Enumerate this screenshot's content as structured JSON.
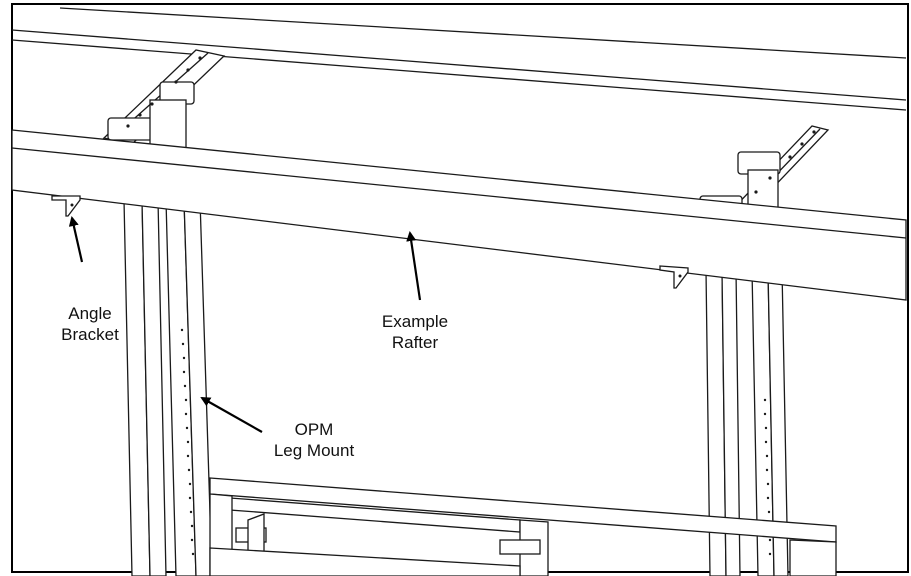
{
  "callouts": {
    "angle_bracket": {
      "line1": "Angle",
      "line2": "Bracket"
    },
    "example_rafter": {
      "line1": "Example",
      "line2": "Rafter"
    },
    "opm_leg_mount": {
      "line1": "OPM",
      "line2": "Leg Mount"
    }
  },
  "colors": {
    "stroke": "#1a1a1a",
    "frame": "#000000",
    "background": "#ffffff"
  }
}
